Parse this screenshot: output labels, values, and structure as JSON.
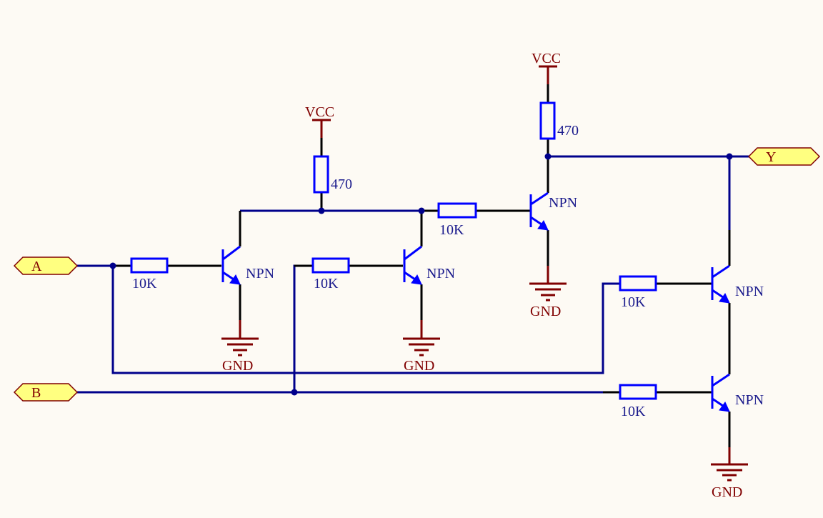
{
  "diagram": {
    "type": "circuit-schematic",
    "ports": {
      "a": {
        "label": "A",
        "direction": "input"
      },
      "b": {
        "label": "B",
        "direction": "input"
      },
      "y": {
        "label": "Y",
        "direction": "output"
      }
    },
    "power": {
      "vcc_1": "VCC",
      "vcc_2": "VCC",
      "gnd_1": "GND",
      "gnd_2": "GND",
      "gnd_3": "GND",
      "gnd_4": "GND"
    },
    "resistors": {
      "r_a_base": "10K",
      "r_b_base": "10K",
      "r_pullup_1": "470",
      "r_q3_base": "10K",
      "r_pullup_2": "470",
      "r_q4_base": "10K",
      "r_q5_base": "10K"
    },
    "transistors": {
      "q1": "NPN",
      "q2": "NPN",
      "q3": "NPN",
      "q4": "NPN",
      "q5": "NPN"
    },
    "colors": {
      "wire": "#00008b",
      "pin": "#000000",
      "component": "#0000ff",
      "power": "#800000",
      "port_fill": "#ffff80",
      "background": "#fdfaf4"
    }
  }
}
